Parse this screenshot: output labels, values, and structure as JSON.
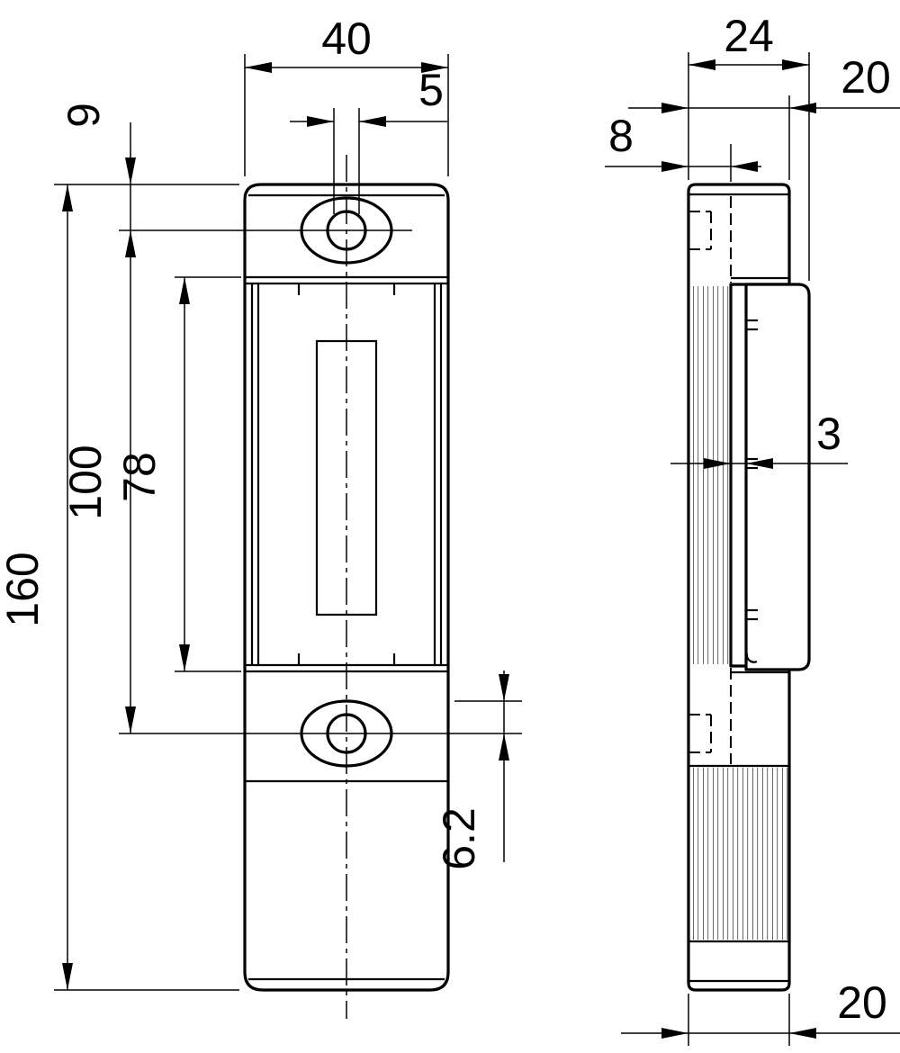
{
  "dims": {
    "front": {
      "width": "40",
      "slot_width": "5",
      "top_hole_offset": "9",
      "hole_spacing": "100",
      "window_height": "78",
      "total_height": "160",
      "lip_offset": "6.2"
    },
    "side": {
      "total_depth": "24",
      "body_depth_top": "20",
      "recess_depth": "8",
      "plate_gap": "3",
      "body_depth_bottom": "20"
    }
  },
  "style": {
    "line_color": "#000000",
    "background": "#ffffff"
  }
}
